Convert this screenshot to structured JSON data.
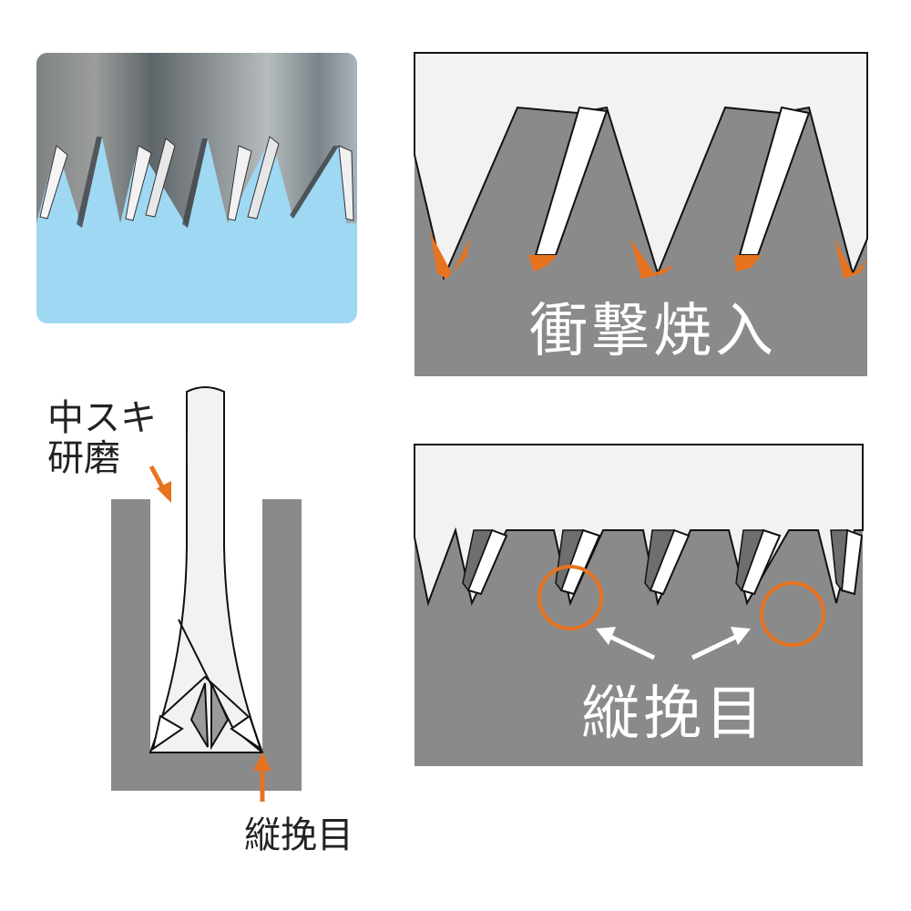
{
  "labels": {
    "impact_hardening": "衝撃焼入",
    "hollow_grinding_line1": "中スキ",
    "hollow_grinding_line2": "研磨",
    "rip_teeth_bottom_left": "縦挽目",
    "rip_teeth_right": "縦挽目"
  },
  "colors": {
    "accent_orange": "#e8731f",
    "steel_gray": "#8a8a8a",
    "blade_white": "#f2f2f2",
    "wood_blue": "#9fd8f3",
    "outline": "#111111"
  }
}
